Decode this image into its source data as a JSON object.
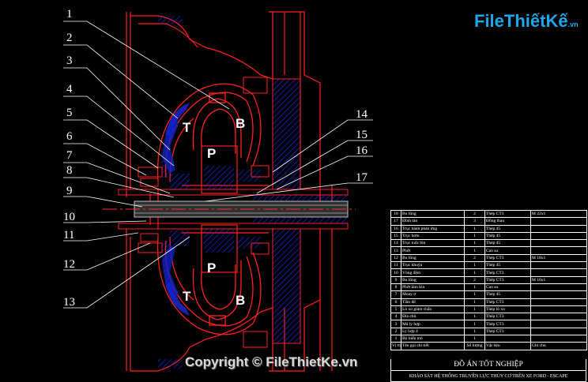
{
  "labels": [
    "1",
    "2",
    "3",
    "4",
    "5",
    "6",
    "7",
    "8",
    "9",
    "10",
    "11",
    "12",
    "13",
    "14",
    "15",
    "16",
    "17"
  ],
  "zones": {
    "t": "T",
    "b": "B",
    "p": "P"
  },
  "watermark": {
    "logo": "FileThiếtKế",
    "logo_suffix": ".vn",
    "copyright": "Copyright © FileThietKe.vn"
  },
  "bom": [
    {
      "no": "18",
      "name": "Bu lông",
      "qty": "2",
      "mat": "Thép CT3",
      "note": "M 22x1"
    },
    {
      "no": "17",
      "name": "Đĩnh tán",
      "qty": "3",
      "mat": "Đồng thau",
      "note": ""
    },
    {
      "no": "16",
      "name": "Trục bánh phản ứng",
      "qty": "1",
      "mat": "Thép 45",
      "note": ""
    },
    {
      "no": "15",
      "name": "Trục bơm",
      "qty": "1",
      "mat": "Thép 45",
      "note": ""
    },
    {
      "no": "14",
      "name": "Trục tuốc bin",
      "qty": "1",
      "mat": "Thép 45",
      "note": ""
    },
    {
      "no": "13",
      "name": "Phớt",
      "qty": "1",
      "mat": "Cao su",
      "note": ""
    },
    {
      "no": "12",
      "name": "Bu lông",
      "qty": "2",
      "mat": "Thép CT3",
      "note": "M 18x1"
    },
    {
      "no": "11",
      "name": "Trục khuỷu",
      "qty": "1",
      "mat": "Thép 45",
      "note": ""
    },
    {
      "no": "10",
      "name": "Vòng đệm",
      "qty": "1",
      "mat": "Thép CT3",
      "note": ""
    },
    {
      "no": "9",
      "name": "Bu lông",
      "qty": "2",
      "mat": "Thép CT3",
      "note": "M 16x1"
    },
    {
      "no": "8",
      "name": "Phớt làm kín",
      "qty": "1",
      "mat": "Cao su",
      "note": ""
    },
    {
      "no": "7",
      "name": "Moay ơ",
      "qty": "1",
      "mat": "Thép 45",
      "note": ""
    },
    {
      "no": "6",
      "name": "Tấm đế",
      "qty": "1",
      "mat": "Thép CT3",
      "note": ""
    },
    {
      "no": "5",
      "name": "Lò xo giảm chấn",
      "qty": "1",
      "mat": "Thép lò xo",
      "note": ""
    },
    {
      "no": "4",
      "name": "Đĩa chủ",
      "qty": "1",
      "mat": "Thép CT3",
      "note": ""
    },
    {
      "no": "3",
      "name": "Má ly hợp",
      "qty": "1",
      "mat": "Thép CT3",
      "note": ""
    },
    {
      "no": "2",
      "name": "Ly hợp 4",
      "qty": "1",
      "mat": "Thép CT3",
      "note": ""
    },
    {
      "no": "1",
      "name": "Bộ biến mô",
      "qty": "1",
      "mat": "",
      "note": ""
    },
    {
      "no": "Vị trí",
      "name": "Tên gọi chi tiết",
      "qty": "Số lượng",
      "mat": "Vật liệu",
      "note": "Ghi chú"
    }
  ],
  "title_main": "ĐỒ ÁN TỐT NGHIỆP",
  "title_sub": "KHẢO SÁT HỆ THỐNG TRUYỀN LỰC THỦY CƠ TRÊN XE FORD - ESCAPE",
  "colors": {
    "background": "#000000",
    "outline": "#ff2020",
    "hatch": "#2020ff",
    "shaft": "#c0c0c0",
    "center": "#ff4040"
  }
}
